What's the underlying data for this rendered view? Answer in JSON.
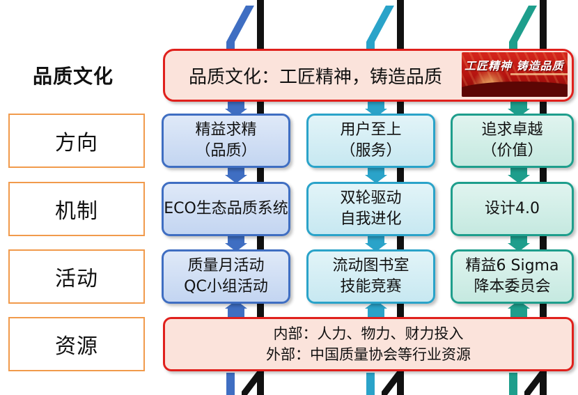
{
  "labels": {
    "culture": "品质文化",
    "direction": "方向",
    "mechanism": "机制",
    "activity": "活动",
    "resource": "资源"
  },
  "culture_bar": {
    "text": "品质文化：工匠精神，铸造品质",
    "banner_text": "工匠精神 铸造品质"
  },
  "columns": [
    {
      "direction": [
        "精益求精",
        "（品质）"
      ],
      "mechanism": [
        "ECO生态品质系统"
      ],
      "activity": [
        "质量月活动",
        "QC小组活动"
      ]
    },
    {
      "direction": [
        "用户至上",
        "（服务）"
      ],
      "mechanism": [
        "双轮驱动",
        "自我进化"
      ],
      "activity": [
        "流动图书室",
        "技能竞赛"
      ]
    },
    {
      "direction": [
        "追求卓越",
        "（价值）"
      ],
      "mechanism": [
        "设计4.0"
      ],
      "activity": [
        "精益6 Sigma",
        "降本委员会"
      ]
    }
  ],
  "resource_bar": {
    "line1": "内部：人力、物力、财力投入",
    "line2": "外部：中国质量协会等行业资源"
  },
  "colors": {
    "accent_red": "#e0201c",
    "label_border": "#f19a4b",
    "column1": "#3f6ec2",
    "column2": "#2aa3c9",
    "column3": "#1e9e8c"
  }
}
